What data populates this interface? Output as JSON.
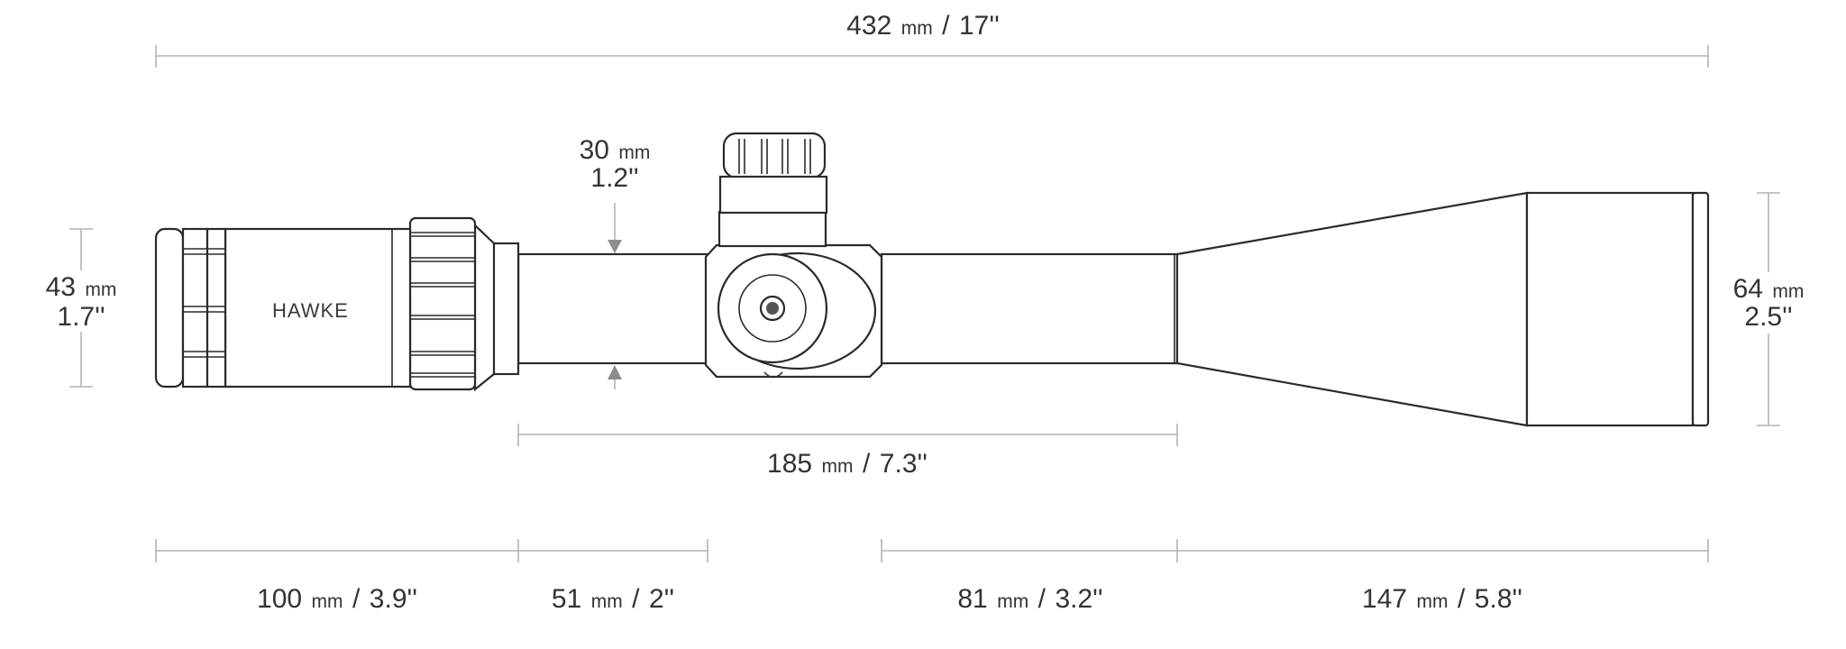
{
  "brand": "HAWKE",
  "dimensions": {
    "overall_length": {
      "value": "432",
      "unit": "mm",
      "imperial": "17''"
    },
    "tube_diameter": {
      "value": "30",
      "unit": "mm",
      "imperial": "1.2''"
    },
    "eyepiece_diameter": {
      "value": "43",
      "unit": "mm",
      "imperial": "1.7''"
    },
    "objective_diameter": {
      "value": "64",
      "unit": "mm",
      "imperial": "2.5''"
    },
    "mounting_length": {
      "value": "185",
      "unit": "mm",
      "imperial": "7.3''"
    },
    "eyepiece_length": {
      "value": "100",
      "unit": "mm",
      "imperial": "3.9''"
    },
    "front_tube_to_turret": {
      "value": "51",
      "unit": "mm",
      "imperial": "2''"
    },
    "turret_to_bell": {
      "value": "81",
      "unit": "mm",
      "imperial": "3.2''"
    },
    "objective_bell_length": {
      "value": "147",
      "unit": "mm",
      "imperial": "5.8''"
    }
  },
  "colors": {
    "outline": "#2a2a2a",
    "dimension_line": "#b3b3b3",
    "arrow": "#8c8c8c",
    "text": "#333333"
  }
}
